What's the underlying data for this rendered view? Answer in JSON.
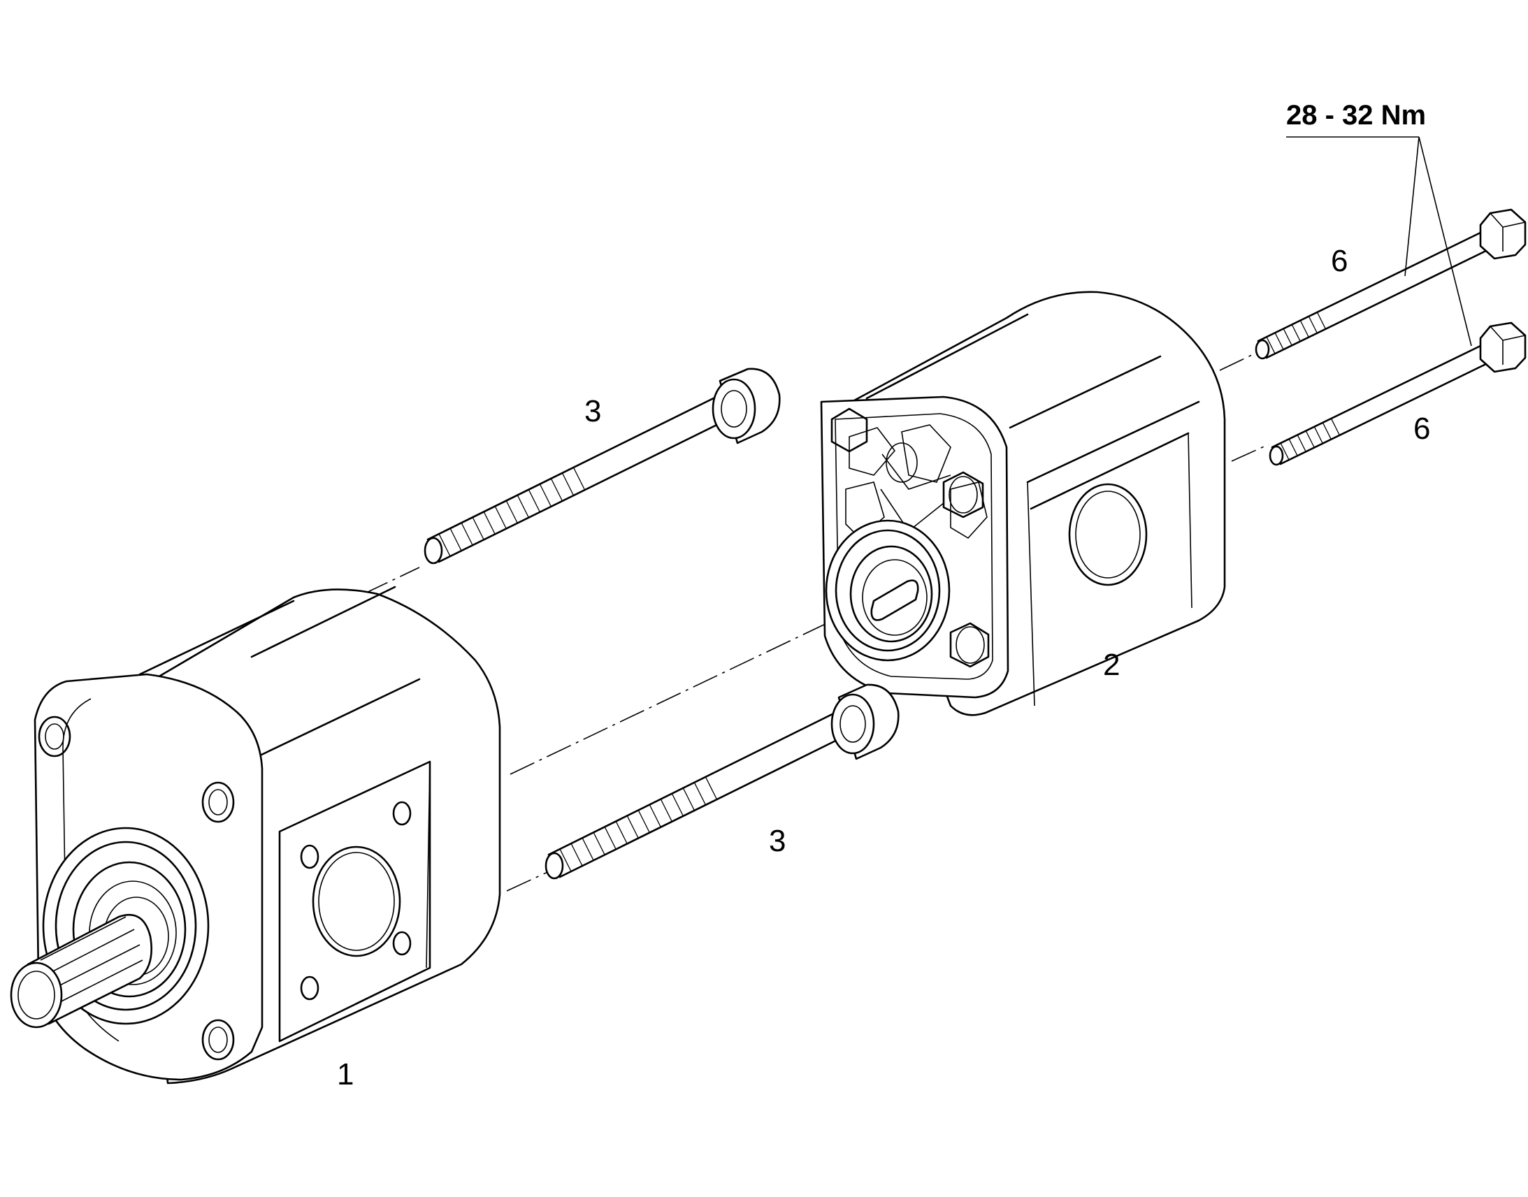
{
  "labels": {
    "part_1": "1",
    "part_2": "2",
    "bolt_3_upper": "3",
    "bolt_3_lower": "3",
    "bolt_6_upper": "6",
    "bolt_6_lower": "6",
    "torque": "28 - 32 Nm"
  }
}
